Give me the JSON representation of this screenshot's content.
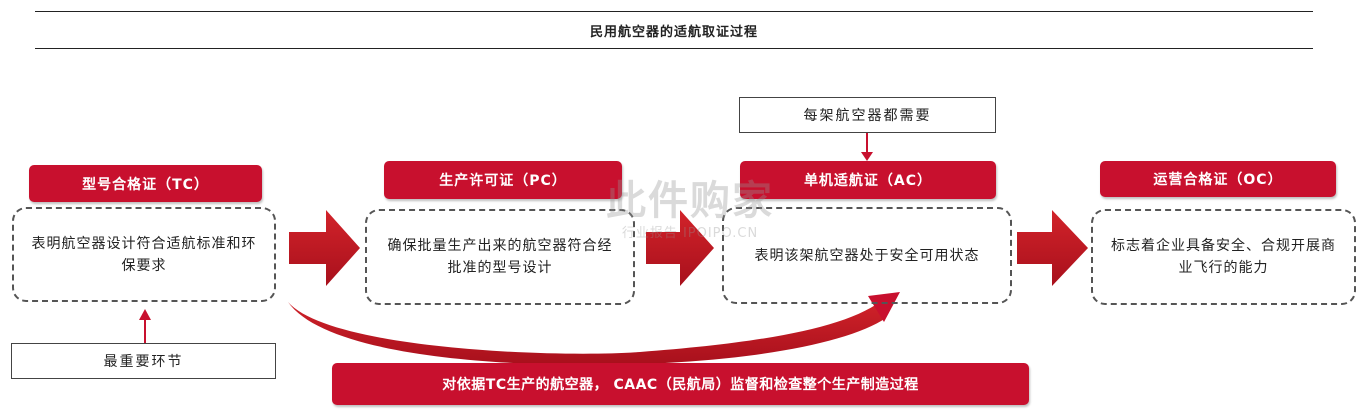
{
  "title": "民用航空器的适航取证过程",
  "top_note": "每架航空器都需要",
  "bottom_note": "最重要环节",
  "steps": [
    {
      "label": "型号合格证（TC）",
      "description": "表明航空器设计符合适航标准和环保要求"
    },
    {
      "label": "生产许可证（PC）",
      "description": "确保批量生产出来的航空器符合经批准的型号设计"
    },
    {
      "label": "单机适航证（AC）",
      "description": "表明该架航空器处于安全可用状态"
    },
    {
      "label": "运营合格证（OC）",
      "description": "标志着企业具备安全、合规开展商业飞行的能力"
    }
  ],
  "supervision_banner": "对依据TC生产的航空器， CAAC（民航局）监督和检查整个生产制造过程",
  "watermark": {
    "main": "此件购家",
    "sub": "行业报告 IPOIPO.CN"
  },
  "colors": {
    "accent_red": "#c8102e",
    "text": "#222222",
    "border": "#555555"
  }
}
